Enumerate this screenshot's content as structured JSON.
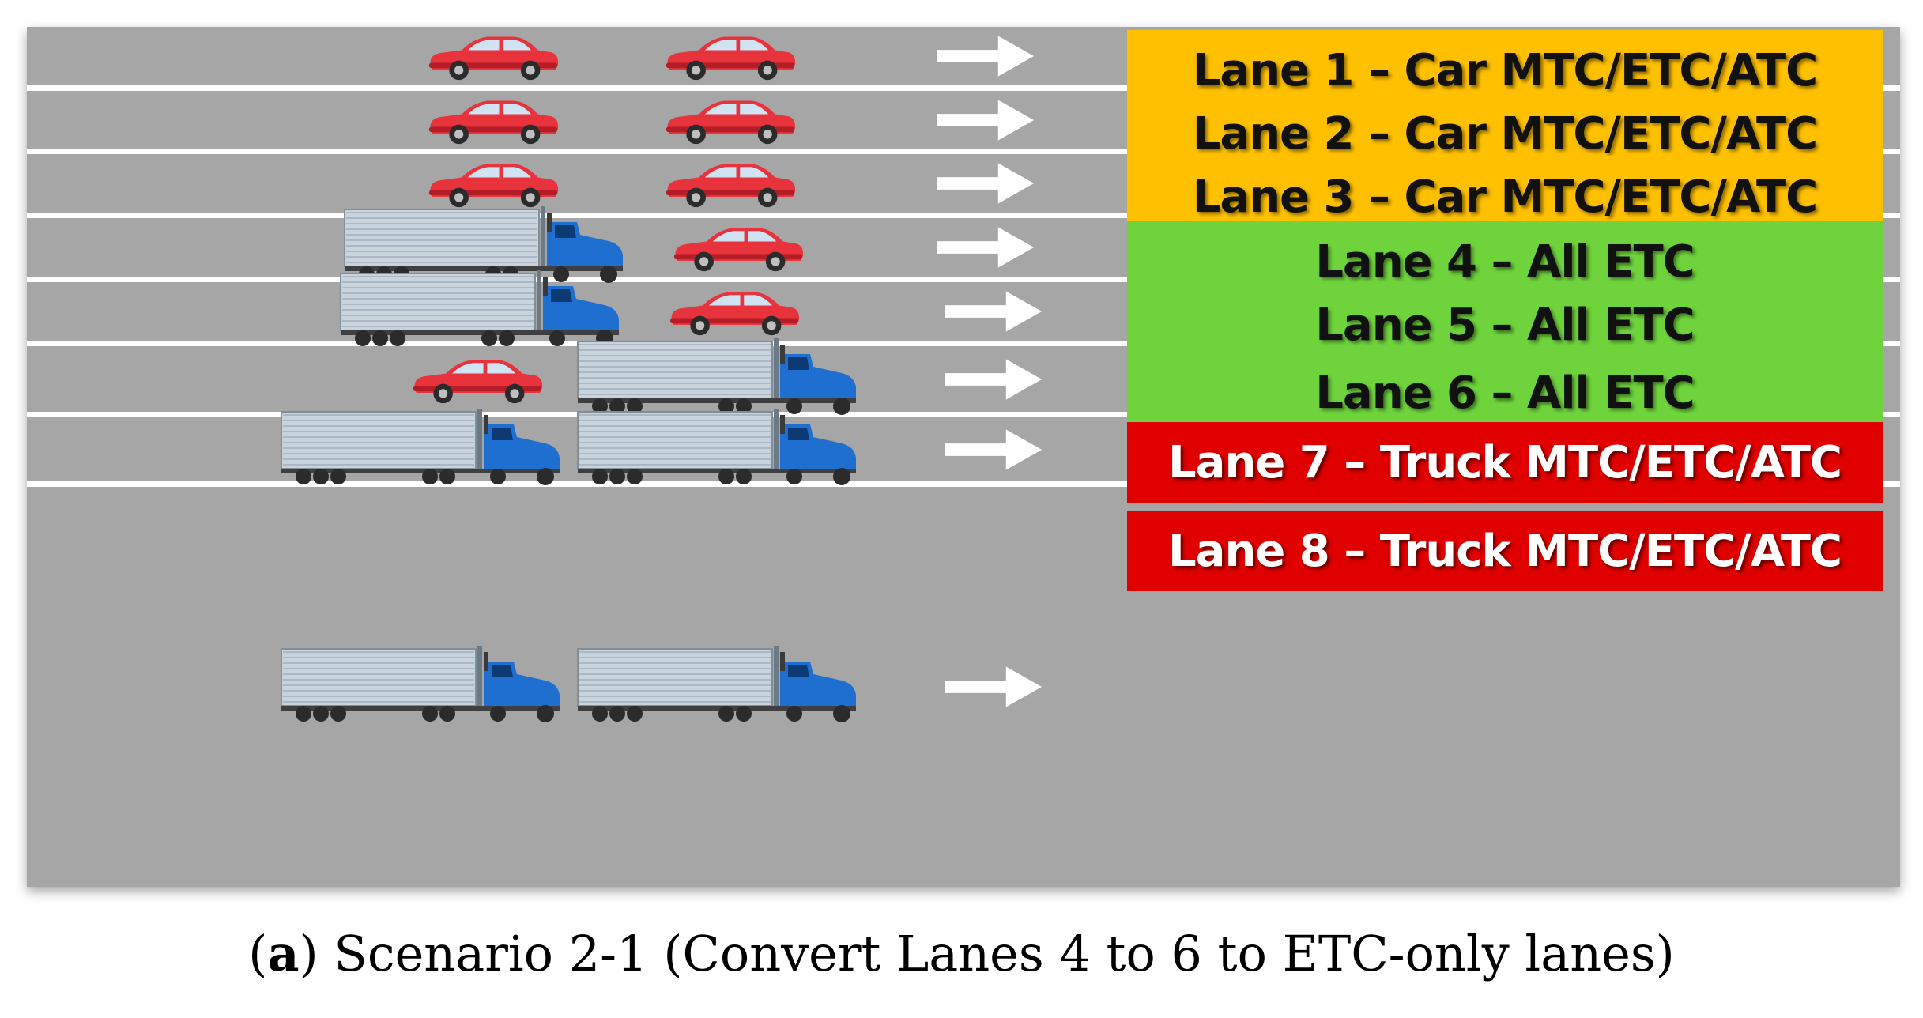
{
  "colors": {
    "road": "#a6a6a6",
    "divider": "#ffffff",
    "car_body": "#e8323c",
    "truck_trailer": "#c9d3dc",
    "truck_cab": "#1f6fd1"
  },
  "lanes": [
    {
      "label": "Lane 1 – Car MTC/ETC/ATC",
      "bg": "#ffc000",
      "text_style": "dark",
      "vehicles": [
        "car",
        "car"
      ]
    },
    {
      "label": "Lane 2 – Car MTC/ETC/ATC",
      "bg": "#ffc000",
      "text_style": "dark",
      "vehicles": [
        "car",
        "car"
      ]
    },
    {
      "label": "Lane 3 – Car MTC/ETC/ATC",
      "bg": "#ffc000",
      "text_style": "dark",
      "vehicles": [
        "car",
        "car"
      ]
    },
    {
      "label": "Lane 4 – All ETC",
      "bg": "#6fd43c",
      "text_style": "dark",
      "vehicles": [
        "truck",
        "car"
      ]
    },
    {
      "label": "Lane 5 – All ETC",
      "bg": "#6fd43c",
      "text_style": "dark",
      "vehicles": [
        "truck",
        "car"
      ]
    },
    {
      "label": "Lane 6 – All ETC",
      "bg": "#6fd43c",
      "text_style": "dark",
      "vehicles": [
        "car",
        "truck"
      ]
    },
    {
      "label": "Lane 7 – Truck MTC/ETC/ATC",
      "bg": "#e00000",
      "text_style": "light",
      "vehicles": [
        "truck",
        "truck"
      ]
    },
    {
      "label": "Lane 8 – Truck MTC/ETC/ATC",
      "bg": "#e00000",
      "text_style": "light",
      "vehicles": [
        "truck",
        "truck"
      ]
    }
  ],
  "caption": {
    "letter": "a",
    "open": "(",
    "text": ") Scenario 2-1 (Convert Lanes 4 to 6 to ETC-only lanes)"
  }
}
